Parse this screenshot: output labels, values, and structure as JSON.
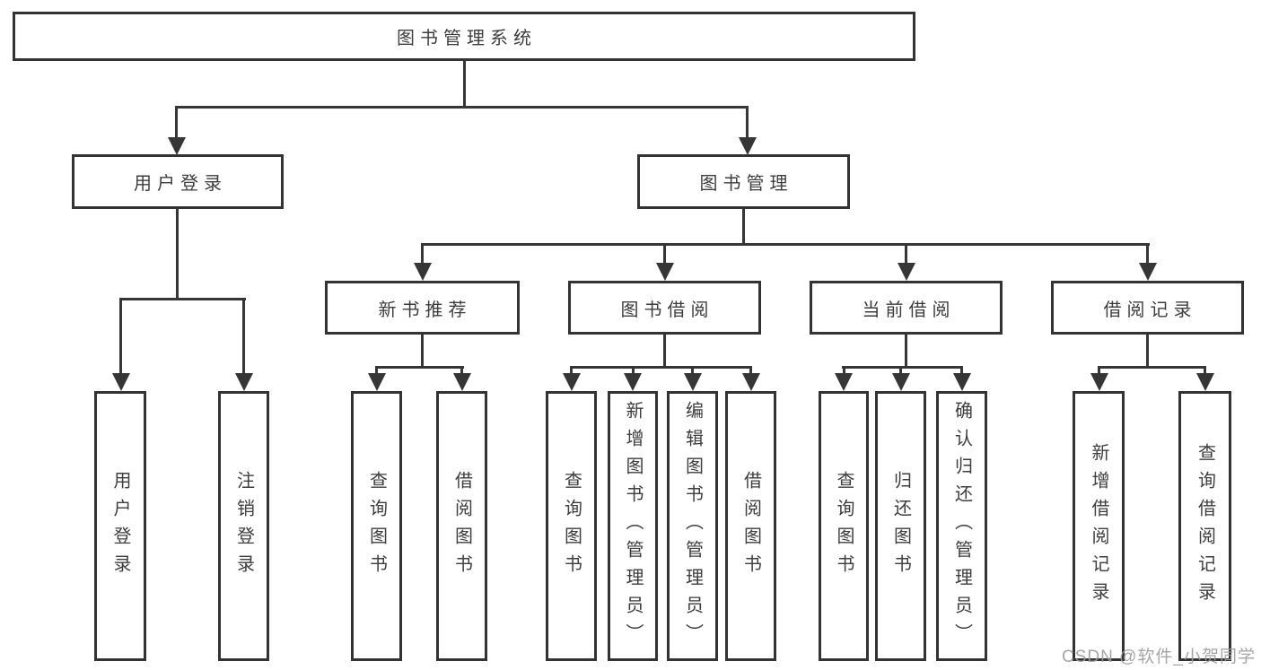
{
  "diagram": {
    "root": "图书管理系统",
    "user_login": {
      "label": "用户登录",
      "children": [
        "用户登录",
        "注销登录"
      ]
    },
    "book_management": {
      "label": "图书管理",
      "groups": [
        {
          "label": "新书推荐",
          "children": [
            "查询图书",
            "借阅图书"
          ]
        },
        {
          "label": "图书借阅",
          "children": [
            "查询图书",
            "新增图书（管理员）",
            "编辑图书（管理员）",
            "借阅图书"
          ]
        },
        {
          "label": "当前借阅",
          "children": [
            "查询图书",
            "归还图书",
            "确认归还（管理员）"
          ]
        },
        {
          "label": "借阅记录",
          "children": [
            "新增借阅记录",
            "查询借阅记录"
          ]
        }
      ]
    }
  },
  "watermark": "CSDN @软件_小贺同学",
  "colors": {
    "line": "#363636",
    "border": "#333333",
    "text": "#3d3d3d",
    "watermark": "#9c9c9c",
    "background": "#ffffff"
  }
}
